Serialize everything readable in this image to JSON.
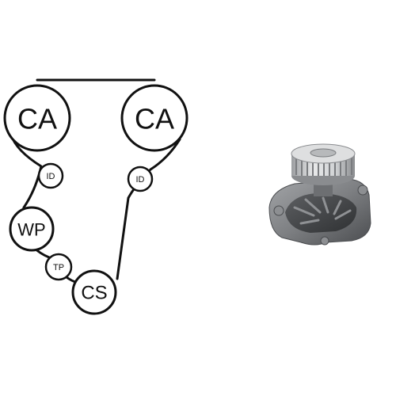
{
  "diagram": {
    "pulleys": {
      "cam_left": "CA",
      "cam_right": "CA",
      "idler_left": "ID",
      "idler_right": "ID",
      "water_pump": "WP",
      "tensioner": "TP",
      "crankshaft": "CS"
    }
  },
  "product_image": {
    "subject": "water-pump",
    "colors": {
      "housing": "#7d7f82",
      "pulley": "#cfd1d3",
      "highlight": "#e8e9ea",
      "shadow": "#4a4c4f"
    }
  },
  "colors": {
    "stroke": "#111111",
    "background": "#ffffff"
  }
}
